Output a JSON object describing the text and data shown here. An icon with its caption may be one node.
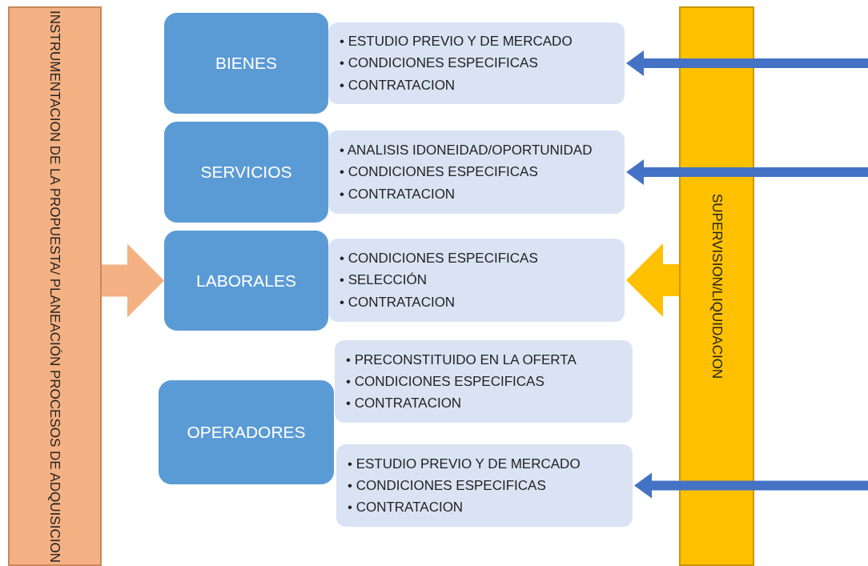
{
  "diagram": {
    "nodes": [
      {
        "text": [
          "INSTRUMENTACION DE LA PROPUESTA/ PLANEACIÓN PROCESOS DE ADQUISICION"
        ]
      },
      {
        "text": [
          "BIENES"
        ]
      },
      {
        "text": [
          "• ESTUDIO PREVIO Y DE MERCADO",
          "• CONDICIONES ESPECIFICAS",
          "• CONTRATACION"
        ]
      },
      {
        "text": [
          "SERVICIOS"
        ]
      },
      {
        "text": [
          "• ANALISIS IDONEIDAD/OPORTUNIDAD",
          "• CONDICIONES ESPECIFICAS",
          "• CONTRATACION"
        ]
      },
      {
        "text": [
          "LABORALES"
        ]
      },
      {
        "text": [
          "• CONDICIONES ESPECIFICAS",
          "• SELECCIÓN",
          "• CONTRATACION"
        ]
      },
      {
        "text": [
          "OPERADORES"
        ]
      },
      {
        "text": [
          "• PRECONSTITUIDO EN LA OFERTA",
          "• CONDICIONES ESPECIFICAS",
          "• CONTRATACION"
        ]
      },
      {
        "text": [
          "• ESTUDIO PREVIO Y DE MERCADO",
          "• CONDICIONES ESPECIFICAS",
          "• CONTRATACION"
        ]
      },
      {
        "text": [
          "SUPERVISION/LIQUIDACION"
        ]
      }
    ],
    "edges": [
      {
        "from": 0,
        "to": 5,
        "arrow": "to",
        "style": "thick",
        "color": "#f4b183"
      },
      {
        "from": 10,
        "to": 6,
        "arrow": "to",
        "style": "thick",
        "color": "#ffc000"
      },
      {
        "from": null,
        "to": 2,
        "arrow": "to"
      },
      {
        "from": null,
        "to": 4,
        "arrow": "to"
      },
      {
        "from": null,
        "to": 9,
        "arrow": "to"
      }
    ]
  }
}
